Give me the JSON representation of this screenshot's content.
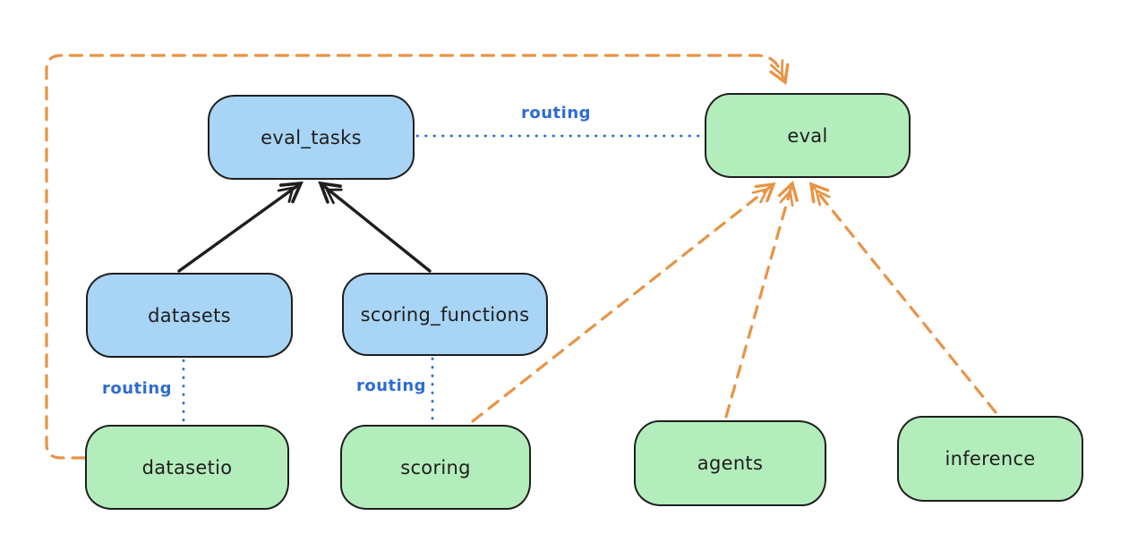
{
  "diagram": {
    "background_color": "#ffffff",
    "nodes": {
      "eval_tasks": {
        "label": "eval_tasks",
        "fill": "#a8d4f5"
      },
      "eval": {
        "label": "eval",
        "fill": "#b4edbc"
      },
      "datasets": {
        "label": "datasets",
        "fill": "#a8d4f5"
      },
      "scoring_functions": {
        "label": "scoring_functions",
        "fill": "#a8d4f5"
      },
      "datasetio": {
        "label": "datasetio",
        "fill": "#b4edbc"
      },
      "scoring": {
        "label": "scoring",
        "fill": "#b4edbc"
      },
      "agents": {
        "label": "agents",
        "fill": "#b4edbc"
      },
      "inference": {
        "label": "inference",
        "fill": "#b4edbc"
      }
    },
    "edges": [
      {
        "from": "datasets",
        "to": "eval_tasks",
        "style": "solid-arrow",
        "color": "#1e1e1e"
      },
      {
        "from": "scoring_functions",
        "to": "eval_tasks",
        "style": "solid-arrow",
        "color": "#1e1e1e"
      },
      {
        "from": "eval_tasks",
        "to": "eval",
        "style": "dotted-line",
        "color": "#2e6bd3",
        "label": "routing"
      },
      {
        "from": "datasets",
        "to": "datasetio",
        "style": "dotted-line",
        "color": "#2e6bd3",
        "label": "routing"
      },
      {
        "from": "scoring_functions",
        "to": "scoring",
        "style": "dotted-line",
        "color": "#2e6bd3",
        "label": "routing"
      },
      {
        "from": "datasetio",
        "to": "eval",
        "style": "dashed-arrow",
        "color": "#e89445"
      },
      {
        "from": "scoring",
        "to": "eval",
        "style": "dashed-arrow",
        "color": "#e89445"
      },
      {
        "from": "agents",
        "to": "eval",
        "style": "dashed-arrow",
        "color": "#e89445"
      },
      {
        "from": "inference",
        "to": "eval",
        "style": "dashed-arrow",
        "color": "#e89445"
      }
    ],
    "colors": {
      "node_border": "#1e1e1e",
      "blue_node_fill": "#a8d4f5",
      "green_node_fill": "#b4edbc",
      "routing_blue": "#2e6bd3",
      "dashed_orange": "#e89445",
      "text": "#1e1e1e"
    }
  }
}
